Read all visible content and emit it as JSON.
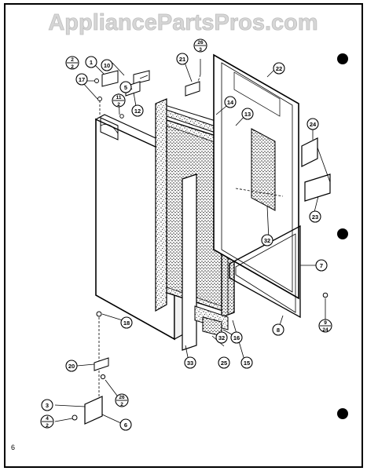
{
  "watermark": "AppliancePartsPros.com",
  "page_number": "6",
  "callouts": {
    "c1": "1",
    "c2_top": "2",
    "c2_bottom": "2",
    "c3": "3",
    "c4_top": "4",
    "c4_bottom": "2",
    "c5": "5",
    "c6": "6",
    "c7": "7",
    "c8": "8",
    "c9_top": "9",
    "c9_bottom": "24",
    "c10": "10",
    "c11_top": "11",
    "c11_bottom": "2",
    "c12": "12",
    "c13": "13",
    "c14": "14",
    "c15": "15",
    "c16": "16",
    "c17": "17",
    "c18": "18",
    "c20": "20",
    "c21": "21",
    "c22": "22",
    "c23": "23",
    "c24": "24",
    "c25": "25",
    "c26a_top": "26",
    "c26a_bottom": "3",
    "c26b_top": "26",
    "c26b_bottom": "2",
    "c32a": "32",
    "c32b": "32",
    "c33": "33"
  }
}
